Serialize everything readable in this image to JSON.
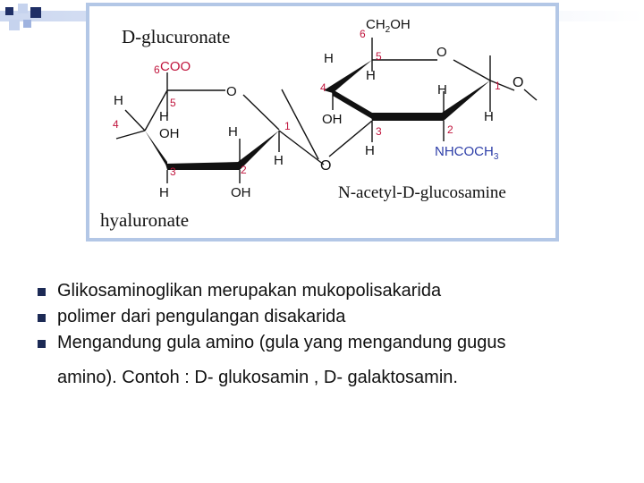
{
  "figure": {
    "title_top": "D-glucuronate",
    "title_bottom": "hyaluronate",
    "title_right": "N-acetyl-D-glucosamine",
    "left_ring": {
      "c6_label": "COO",
      "c6_num": "6",
      "c5_num": "5",
      "c4_num": "4",
      "c3_num": "3",
      "c2_num": "2",
      "c1_num": "1",
      "h_c5": "H",
      "h_c4": "H",
      "oh_c4": "OH",
      "h_c1": "H",
      "h_c3": "H",
      "oh_c2": "OH",
      "h_bottom_c1": "H",
      "ring_o": "O"
    },
    "glycosidic_o": "O",
    "right_ring": {
      "c6_label": "CH",
      "c6_sub": "2",
      "c6_label_end": "OH",
      "c6_num": "6",
      "c5_num": "5",
      "c4_num": "4",
      "c3_num": "3",
      "c2_num": "2",
      "c1_num": "1",
      "h_c4_top": "H",
      "h_c5": "H",
      "oh_c4": "OH",
      "h_c1": "H",
      "h_c2": "H",
      "h_c3": "H",
      "nh_label": "NHCOCH",
      "nh_sub": "3",
      "ring_o": "O",
      "o_c1": "O"
    }
  },
  "bullets": [
    "Glikosaminoglikan merupakan mukopolisakarida",
    "polimer dari pengulangan disakarida",
    "Mengandung gula amino (gula yang mengandung gugus"
  ],
  "bullet_continuation": "amino). Contoh : D- glukosamin , D- galaktosamin.",
  "colors": {
    "frame_border": "#b3c7e6",
    "highlight_red": "#c0143c",
    "nh_blue": "#2d3ea8",
    "deco_dark": "#1f2f66",
    "deco_light": "#c6d3ee"
  }
}
